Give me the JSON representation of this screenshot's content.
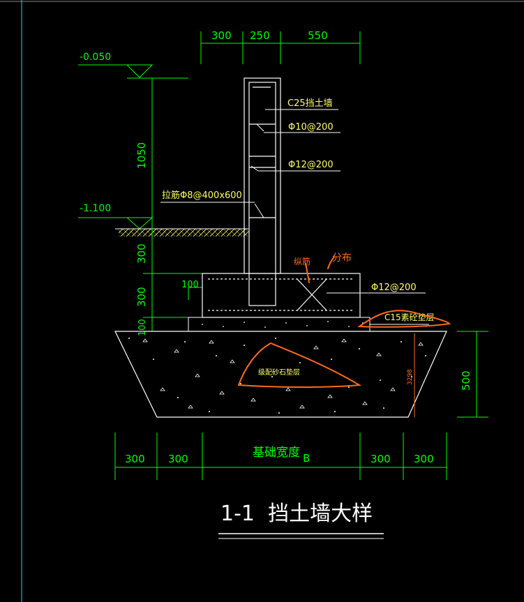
{
  "colors": {
    "background": "#000000",
    "dimension": "#00ff00",
    "outline": "#ffffff",
    "annotation": "#ffff66",
    "rebar": "#ffffff",
    "markup": "#ff6a1a",
    "frame_edge": "#00e5ff"
  },
  "top_dimensions": [
    "300",
    "250",
    "550"
  ],
  "elevations": {
    "top": "-0.050",
    "ground": "-1.100"
  },
  "left_dimensions": {
    "wall_height": "1050",
    "d1": "300",
    "d2": "300",
    "d3": "100",
    "offset": "100"
  },
  "right_dimension": "500",
  "bottom_dimensions": {
    "left": [
      "300",
      "300"
    ],
    "right": [
      "300",
      "300"
    ],
    "center_label": "基础宽度",
    "center_symbol": "B"
  },
  "labels": {
    "wall_concrete": "C25挡土墙",
    "rebar_upper": "Φ10@200",
    "rebar_lower": "Φ12@200",
    "tie_bars": "拉筋Φ8@400x600",
    "footing_rebar": "Φ12@200",
    "cushion": "C15素砼垫层"
  },
  "markup": {
    "left_note": "纵筋",
    "right_note": "分布",
    "gravel_note": "级配砂石垫层",
    "measure": "3298"
  },
  "title": "1-1  挡土墙大样"
}
